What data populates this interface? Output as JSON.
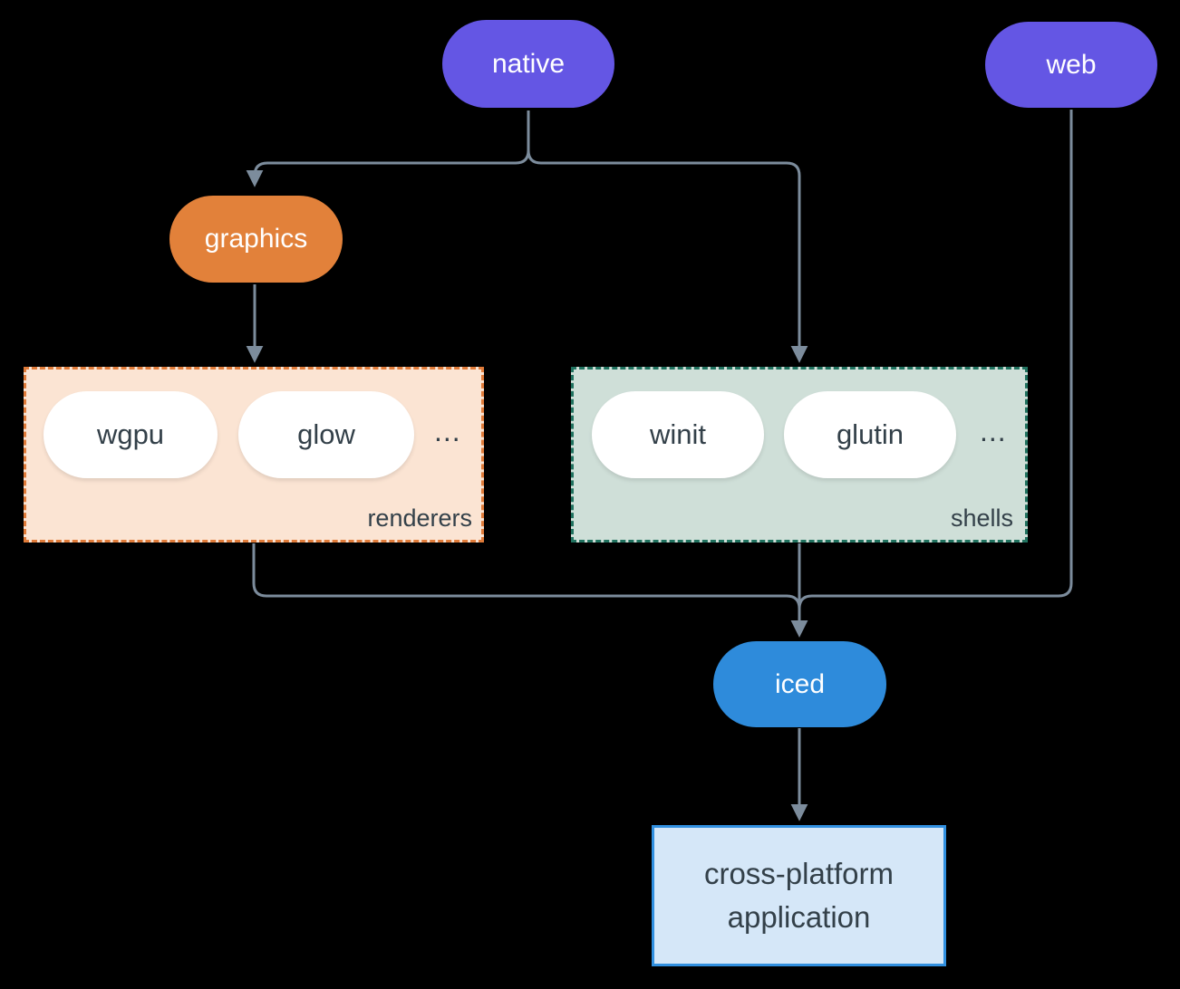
{
  "diagram": {
    "background": "#000000",
    "edge_color": "#7c8c9c",
    "nodes": {
      "native": {
        "label": "native",
        "fill": "#6456e4",
        "text_color": "#ffffff"
      },
      "web": {
        "label": "web",
        "fill": "#6456e4",
        "text_color": "#ffffff"
      },
      "graphics": {
        "label": "graphics",
        "fill": "#e2813a",
        "text_color": "#ffffff"
      },
      "iced": {
        "label": "iced",
        "fill": "#2e8bdb",
        "text_color": "#ffffff"
      },
      "application": {
        "line1": "cross-platform",
        "line2": "application",
        "fill": "#d5e7f8",
        "border": "#3190e0",
        "text_color": "#334049"
      }
    },
    "groups": {
      "renderers": {
        "label": "renderers",
        "fill": "#fbe4d3",
        "border": "#e07b39",
        "items": [
          {
            "label": "wgpu"
          },
          {
            "label": "glow"
          }
        ],
        "ellipsis": "..."
      },
      "shells": {
        "label": "shells",
        "fill": "#cfdfd8",
        "border": "#20725f",
        "items": [
          {
            "label": "winit"
          },
          {
            "label": "glutin"
          }
        ],
        "ellipsis": "..."
      }
    }
  }
}
